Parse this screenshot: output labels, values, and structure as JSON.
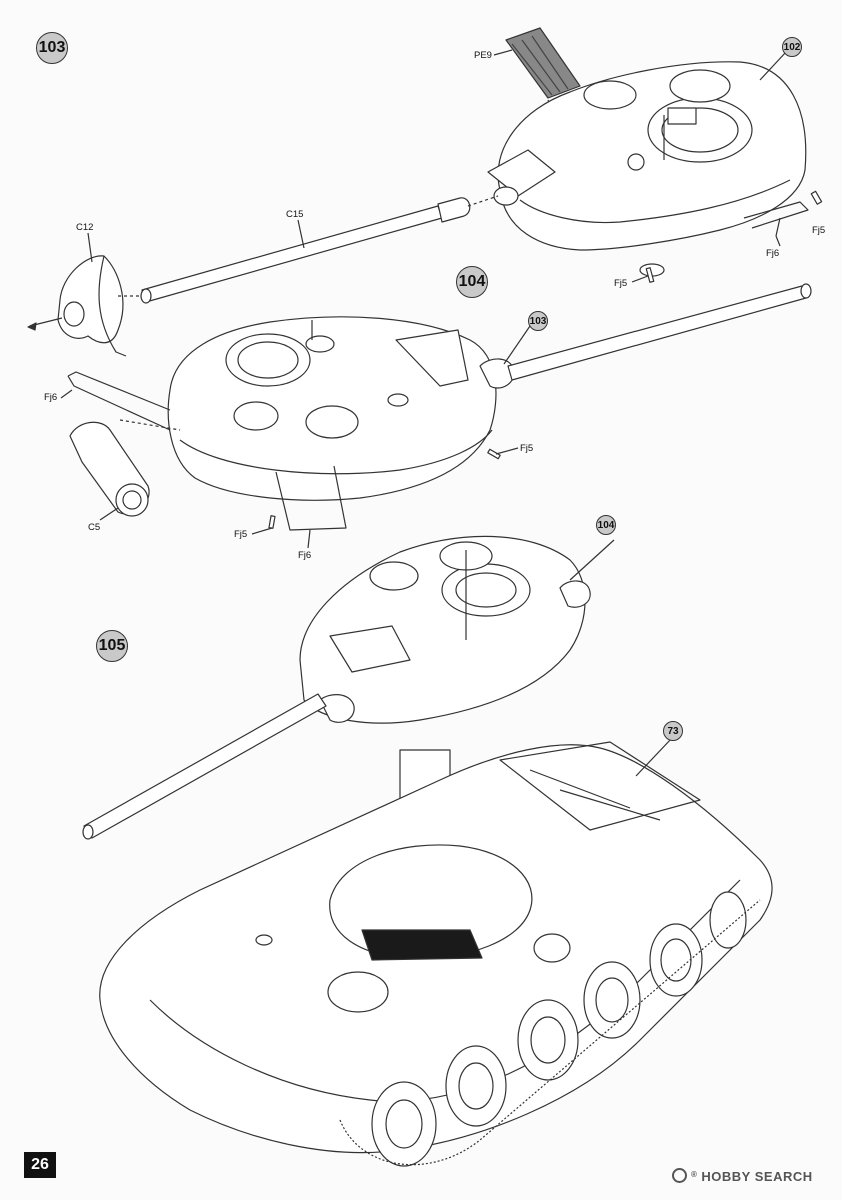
{
  "page": {
    "number": "26"
  },
  "steps": [
    {
      "id": "103",
      "label": "103"
    },
    {
      "id": "104",
      "label": "104"
    },
    {
      "id": "105",
      "label": "105"
    }
  ],
  "callouts": {
    "c102": "102",
    "c103": "103",
    "c104": "104",
    "c73": "73"
  },
  "parts": {
    "pe9": "PE9",
    "c12": "C12",
    "c15": "C15",
    "fj6_a": "Fj6",
    "fj5_a": "Fj5",
    "fj5_b": "Fj5",
    "fj6_b": "Fj6",
    "fj5_c": "Fj5",
    "c5": "C5",
    "fj5_d": "Fj5",
    "fj6_c": "Fj6"
  },
  "watermark": {
    "brand": "HOBBY SEARCH",
    "mark": "®"
  },
  "colors": {
    "step_fill": "#c9c9c9",
    "line": "#333333",
    "dark_fill": "#1a1a1a"
  }
}
